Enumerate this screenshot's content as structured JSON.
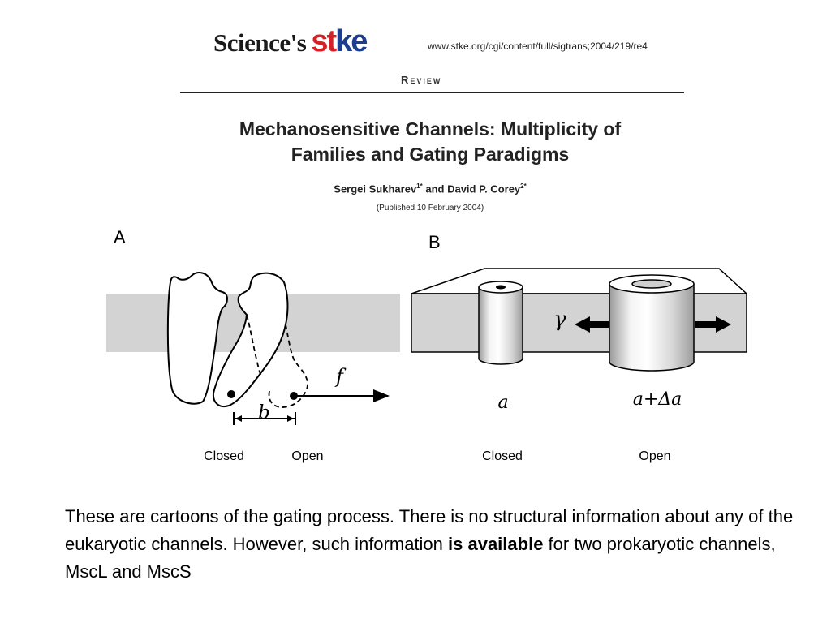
{
  "header": {
    "logo_prefix": "Science's",
    "logo_st": "st",
    "logo_ke": "ke",
    "url": "www.stke.org/cgi/content/full/sigtrans;2004/219/re4",
    "section": "Review"
  },
  "article": {
    "title_line1": "Mechanosensitive Channels: Multiplicity of",
    "title_line2": "Families and Gating Paradigms",
    "author1": "Sergei Sukharev",
    "author1_sup": "1*",
    "author_and": " and David P. Corey",
    "author2_sup": "2*",
    "published": "(Published 10 February 2004)"
  },
  "figure": {
    "panel_a": {
      "label": "A",
      "force_label": "f",
      "distance_label": "b",
      "state_closed": "Closed",
      "state_open": "Open"
    },
    "panel_b": {
      "label": "B",
      "tension_label": "γ",
      "area_closed": "a",
      "area_open": "a+Δa",
      "state_closed": "Closed",
      "state_open": "Open"
    },
    "colors": {
      "membrane": "#d3d3d3",
      "outline": "#000000"
    }
  },
  "caption": {
    "text_before": "These are cartoons of the gating process. There is no structural information about any of the eukaryotic channels. However, such information ",
    "bold": "is available",
    "text_after": " for two prokaryotic channels, MscL and MscS"
  }
}
